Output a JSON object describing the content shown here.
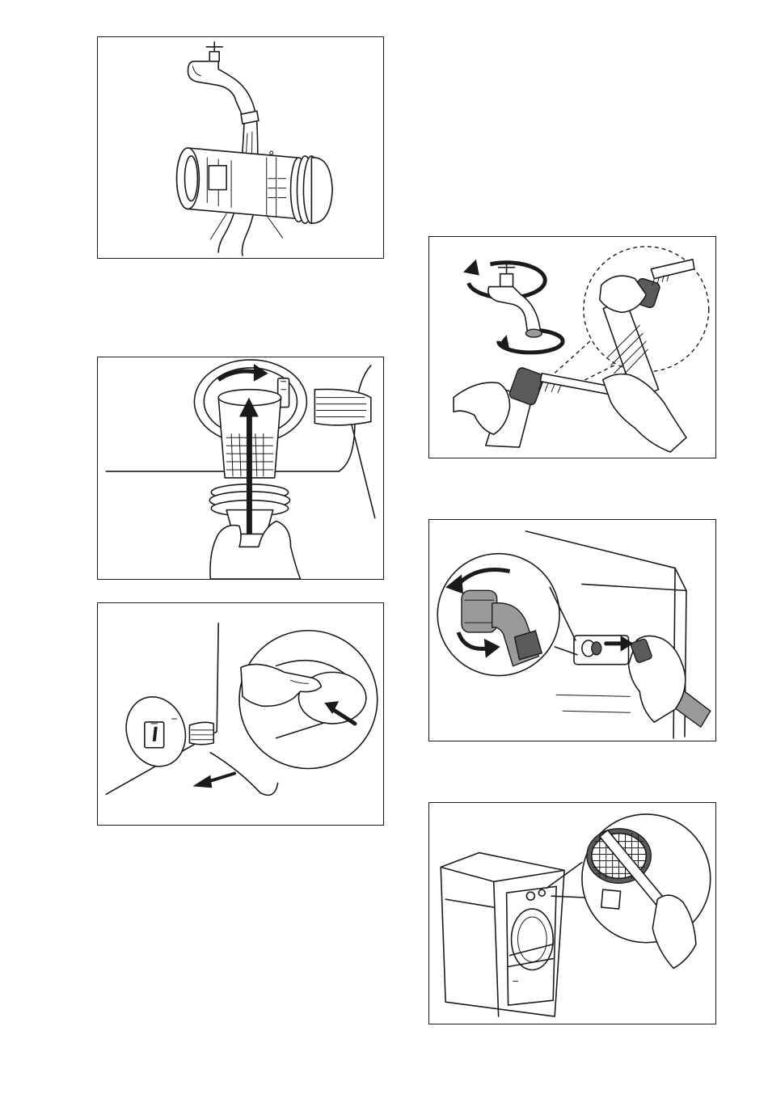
{
  "figures": [
    {
      "id": "fig-filter-rinse",
      "icon": "faucet-rinsing-pump-filter"
    },
    {
      "id": "fig-filter-insert",
      "icon": "hand-inserting-pump-filter"
    },
    {
      "id": "fig-flap-close",
      "icon": "finger-pressing-filter-flap"
    },
    {
      "id": "fig-tap-clean",
      "icon": "brush-cleaning-tap-and-hose-connector"
    },
    {
      "id": "fig-hose-unscrew",
      "icon": "unscrewing-inlet-hose-at-machine"
    },
    {
      "id": "fig-inlet-brush",
      "icon": "brush-cleaning-inlet-filter"
    }
  ],
  "colors": {
    "line": "#1a1a1a",
    "hose_grey": "#9a9a9a",
    "dark_grey": "#5a5a5a",
    "background": "#ffffff"
  }
}
